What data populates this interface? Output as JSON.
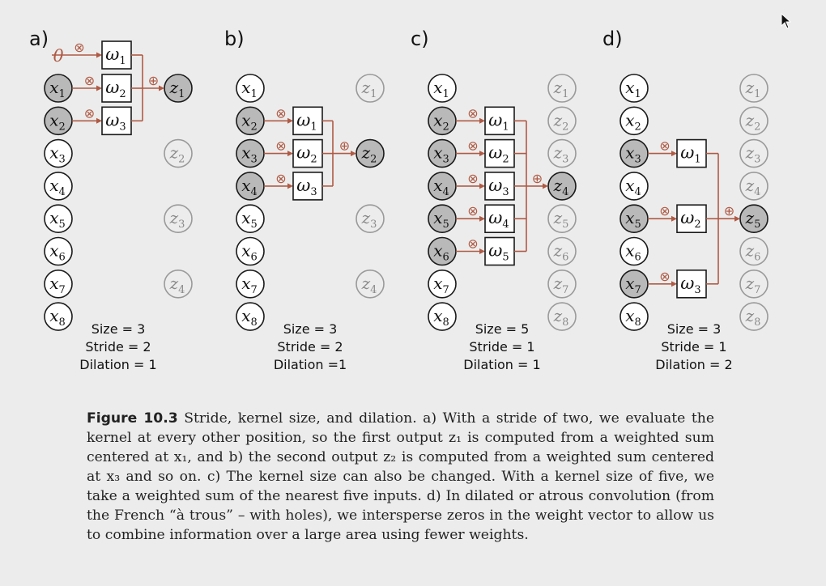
{
  "colors": {
    "wire": "#b05a44",
    "node_active_fill": "#b9b9b9",
    "node_fill": "#ffffff",
    "node_stroke": "#1a1a1a",
    "node_faded_stroke": "#9a9a9a",
    "box_stroke": "#1a1a1a",
    "background": "#ececec"
  },
  "panels": [
    {
      "label": "a)",
      "input_label": "x",
      "output_label": "z",
      "zero_label": "0",
      "active_inputs": [
        1,
        2
      ],
      "outputs_shown": [
        1,
        2,
        3,
        4
      ],
      "active_output": 1,
      "weights": [
        "ω1",
        "ω2",
        "ω3"
      ],
      "params": [
        "Size = 3",
        "Stride = 2",
        "Dilation = 1"
      ]
    },
    {
      "label": "b)",
      "input_label": "x",
      "output_label": "z",
      "active_inputs": [
        2,
        3,
        4
      ],
      "outputs_shown": [
        1,
        2,
        3,
        4
      ],
      "active_output": 2,
      "weights": [
        "ω1",
        "ω2",
        "ω3"
      ],
      "params": [
        "Size = 3",
        "Stride = 2",
        "Dilation =1"
      ]
    },
    {
      "label": "c)",
      "input_label": "x",
      "output_label": "z",
      "active_inputs": [
        2,
        3,
        4,
        5,
        6
      ],
      "outputs_shown": [
        1,
        2,
        3,
        4,
        5,
        6,
        7,
        8
      ],
      "active_output": 4,
      "weights": [
        "ω1",
        "ω2",
        "ω3",
        "ω4",
        "ω5"
      ],
      "params": [
        "Size = 5",
        "Stride = 1",
        "Dilation = 1"
      ]
    },
    {
      "label": "d)",
      "input_label": "x",
      "output_label": "z",
      "active_inputs": [
        3,
        5,
        7
      ],
      "outputs_shown": [
        1,
        2,
        3,
        4,
        5,
        6,
        7,
        8
      ],
      "active_output": 5,
      "weights": [
        "ω1",
        "ω2",
        "ω3"
      ],
      "params": [
        "Size = 3",
        "Stride = 1",
        "Dilation = 2"
      ]
    }
  ],
  "symbols": {
    "multiply": "⊗",
    "add": "⊕"
  },
  "caption": {
    "label": "Figure 10.3",
    "text": "Stride, kernel size, and dilation. a) With a stride of two, we evaluate the kernel at every other position, so the first output z₁ is computed from a weighted sum centered at x₁, and b) the second output z₂ is computed from a weighted sum centered at x₃ and so on. c) The kernel size can also be changed. With a kernel size of five, we take a weighted sum of the nearest five inputs. d) In dilated or atrous convolution (from the French “à trous” – with holes), we intersperse zeros in the weight vector to allow us to combine information over a large area using fewer weights."
  }
}
